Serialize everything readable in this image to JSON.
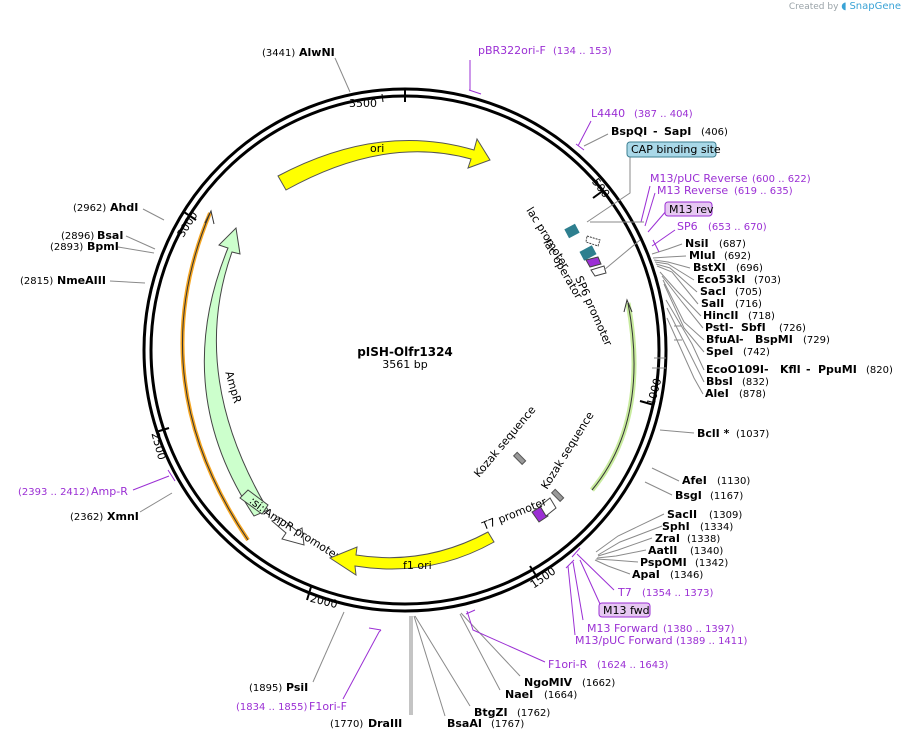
{
  "credit": {
    "prefix": "Created by",
    "brand": "SnapGene"
  },
  "plasmid": {
    "name": "pISH-Olfr1324",
    "size": "3561 bp"
  },
  "ticks": [
    "500",
    "1000",
    "1500",
    "2000",
    "2500",
    "3000",
    "3500"
  ],
  "colors": {
    "ori": "#ffff00",
    "ampr": "#ccffcc",
    "f1ori": "#ffff00",
    "primer": "#9b2fd4",
    "orange_arc": "#f5a623",
    "green_arc": "#86c440",
    "cap_fill": "#a9d8e8",
    "m13_fill": "#e6c8f2"
  },
  "enzymes_left": [
    {
      "name": "AlwNI",
      "pos": "(3441)"
    },
    {
      "name": "AhdI",
      "pos": "(2962)"
    },
    {
      "name": "BsaI",
      "pos": "(2896)"
    },
    {
      "name": "BpmI",
      "pos": "(2893)"
    },
    {
      "name": "NmeAIII",
      "pos": "(2815)"
    },
    {
      "name": "XmnI",
      "pos": "(2362)"
    },
    {
      "name": "PsiI",
      "pos": "(1895)"
    },
    {
      "name": "DraIII",
      "pos": "(1770)"
    }
  ],
  "enzymes_right": [
    {
      "name": "BspQI",
      "sep": " - ",
      "name2": "SapI",
      "pos": "(406)"
    },
    {
      "name": "NsiI",
      "pos": "(687)"
    },
    {
      "name": "MluI",
      "pos": "(692)"
    },
    {
      "name": "BstXI",
      "pos": "(696)"
    },
    {
      "name": "Eco53kI",
      "pos": "(703)"
    },
    {
      "name": "SacI",
      "pos": "(705)"
    },
    {
      "name": "SalI",
      "pos": "(716)"
    },
    {
      "name": "HincII",
      "pos": "(718)"
    },
    {
      "name": "PstI",
      "sep": " - ",
      "name2": "SbfI",
      "pos": "(726)"
    },
    {
      "name": "BfuAI",
      "sep": " - ",
      "name2": "BspMI",
      "pos": "(729)"
    },
    {
      "name": "SpeI",
      "pos": "(742)"
    },
    {
      "name": "EcoO109I",
      "sep": " - ",
      "name2": "KflI",
      "sep2": " - ",
      "name3": "PpuMI",
      "pos": "(820)"
    },
    {
      "name": "BbsI",
      "pos": "(832)"
    },
    {
      "name": "AleI",
      "pos": "(878)"
    },
    {
      "name": "BclI *",
      "pos": "(1037)"
    },
    {
      "name": "AfeI",
      "pos": "(1130)"
    },
    {
      "name": "BsgI",
      "pos": "(1167)"
    },
    {
      "name": "SacII",
      "pos": "(1309)"
    },
    {
      "name": "SphI",
      "pos": "(1334)"
    },
    {
      "name": "ZraI",
      "pos": "(1338)"
    },
    {
      "name": "AatII",
      "pos": "(1340)"
    },
    {
      "name": "PspOMI",
      "pos": "(1342)"
    },
    {
      "name": "ApaI",
      "pos": "(1346)"
    }
  ],
  "enzymes_bottom": [
    {
      "name": "NgoMIV",
      "pos": "(1662)"
    },
    {
      "name": "NaeI",
      "pos": "(1664)"
    },
    {
      "name": "BtgZI",
      "pos": "(1762)"
    },
    {
      "name": "BsaAI",
      "pos": "(1767)"
    }
  ],
  "primers": [
    {
      "name": "pBR322ori-F",
      "range": "(134 .. 153)"
    },
    {
      "name": "L4440",
      "range": "(387 .. 404)"
    },
    {
      "name": "M13/pUC Reverse",
      "range": "(600 .. 622)"
    },
    {
      "name": "M13 Reverse",
      "range": "(619 .. 635)"
    },
    {
      "name": "SP6",
      "range": "(653 .. 670)"
    },
    {
      "name": "T7",
      "range": "(1354 .. 1373)"
    },
    {
      "name": "M13 Forward",
      "range": "(1380 .. 1397)"
    },
    {
      "name": "M13/pUC Forward",
      "range": "(1389 .. 1411)"
    },
    {
      "name": "F1ori-R",
      "range": "(1624 .. 1643)"
    },
    {
      "name": "F1ori-F",
      "range": "(1834 .. 1855)"
    },
    {
      "name": "Amp-R",
      "range": "(2393 .. 2412)"
    }
  ],
  "boxed": {
    "cap": "CAP binding site",
    "m13rev": "M13 rev",
    "m13fwd": "M13 fwd"
  },
  "features": {
    "ori": "ori",
    "ampr": "AmpR",
    "ampr_promoter": "AmpR promoter",
    "ampr_small": ":si:",
    "f1ori": "f1 ori",
    "lac_promoter": "lac promoter",
    "lac_operator": "lac operator",
    "sp6_promoter": "SP6 promoter",
    "kozak1": "Kozak sequence",
    "kozak2": "Kozak sequence",
    "t7_promoter": "T7 promoter"
  }
}
